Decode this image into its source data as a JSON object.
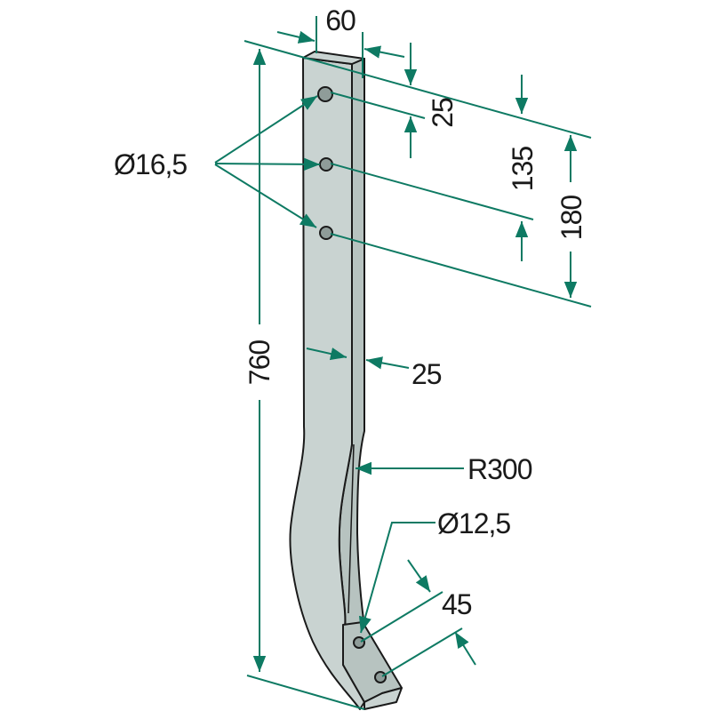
{
  "drawing": {
    "colors": {
      "dimension": "#0e7a63",
      "part_fill": "#c9d3d1",
      "outline": "#1a1a1a"
    },
    "labels": {
      "width": "60",
      "total_length": "760",
      "first_hole_offset": "25",
      "second_hole_offset": "135",
      "third_hole_offset": "180",
      "upper_hole_diameter": "Ø16,5",
      "thickness": "25",
      "radius": "R300",
      "lower_hole_diameter": "Ø12,5",
      "lower_hole_spacing": "45"
    }
  }
}
